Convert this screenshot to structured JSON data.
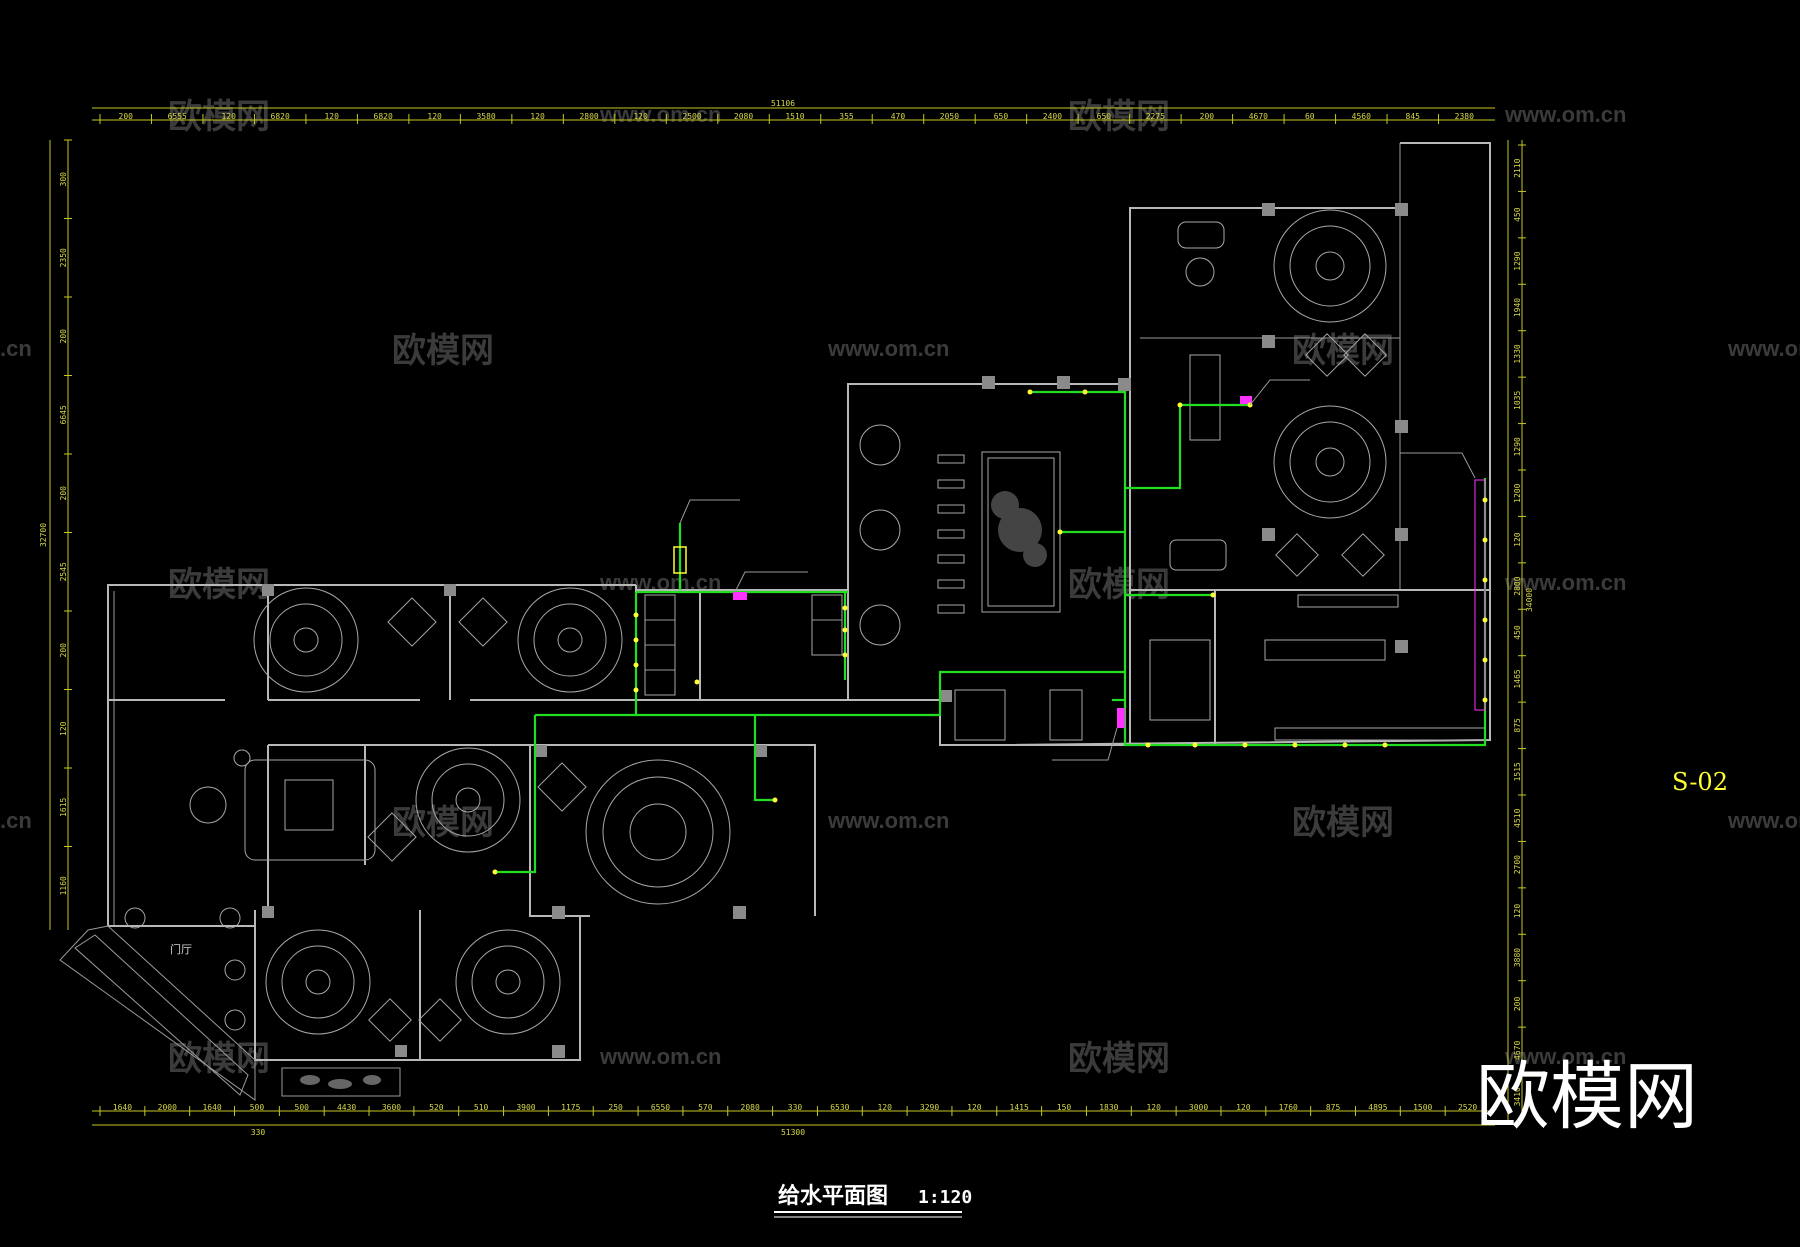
{
  "drawing": {
    "title": "给水平面图",
    "scale": "1:120",
    "sheet_number": "S-02",
    "entrance_label": "门厅"
  },
  "watermarks": {
    "brand_cn": "欧模网",
    "url": "www.om.cn",
    "partial_url": ".cn",
    "big_brand": "欧模网"
  },
  "dimensions": {
    "top_total": "51106",
    "top": [
      "200",
      "6555",
      "120",
      "6820",
      "120",
      "6820",
      "120",
      "3580",
      "120",
      "2800",
      "120",
      "2500",
      "2080",
      "1510",
      "355",
      "470",
      "2050",
      "650",
      "2400",
      "650",
      "2275",
      "200",
      "4670",
      "60",
      "4560",
      "845",
      "2380"
    ],
    "bottom_total": "51300",
    "bottom_left": "330",
    "bottom": [
      "1640",
      "2000",
      "1640",
      "500",
      "500",
      "4430",
      "3600",
      "520",
      "510",
      "3900",
      "1175",
      "250",
      "6550",
      "570",
      "2080",
      "330",
      "6530",
      "120",
      "3290",
      "120",
      "1415",
      "150",
      "1830",
      "120",
      "3000",
      "120",
      "1760",
      "875",
      "4895",
      "1500",
      "2520"
    ],
    "left_total": "32700",
    "left": [
      "300",
      "2350",
      "200",
      "6645",
      "200",
      "2545",
      "200",
      "120",
      "1615",
      "1160"
    ],
    "right_total": "34000",
    "right": [
      "2110",
      "450",
      "1290",
      "1940",
      "1330",
      "1035",
      "1290",
      "1200",
      "120",
      "2800",
      "450",
      "1465",
      "875",
      "1515",
      "4510",
      "2700",
      "120",
      "3880",
      "200",
      "4670",
      "3410"
    ]
  },
  "colors": {
    "background": "#000000",
    "water_pipe": "#22dd22",
    "dimension": "#d8d84a",
    "wall": "#b8b8b8",
    "fixture_magenta": "#ff33ff",
    "valve_yellow": "#ffff33"
  },
  "icons": [
    "round-dining-table-icon",
    "square-table-icon",
    "sofa-icon",
    "toilet-icon",
    "washbasin-icon",
    "decorative-rockery-icon",
    "potted-plant-icon",
    "water-valve-icon"
  ]
}
